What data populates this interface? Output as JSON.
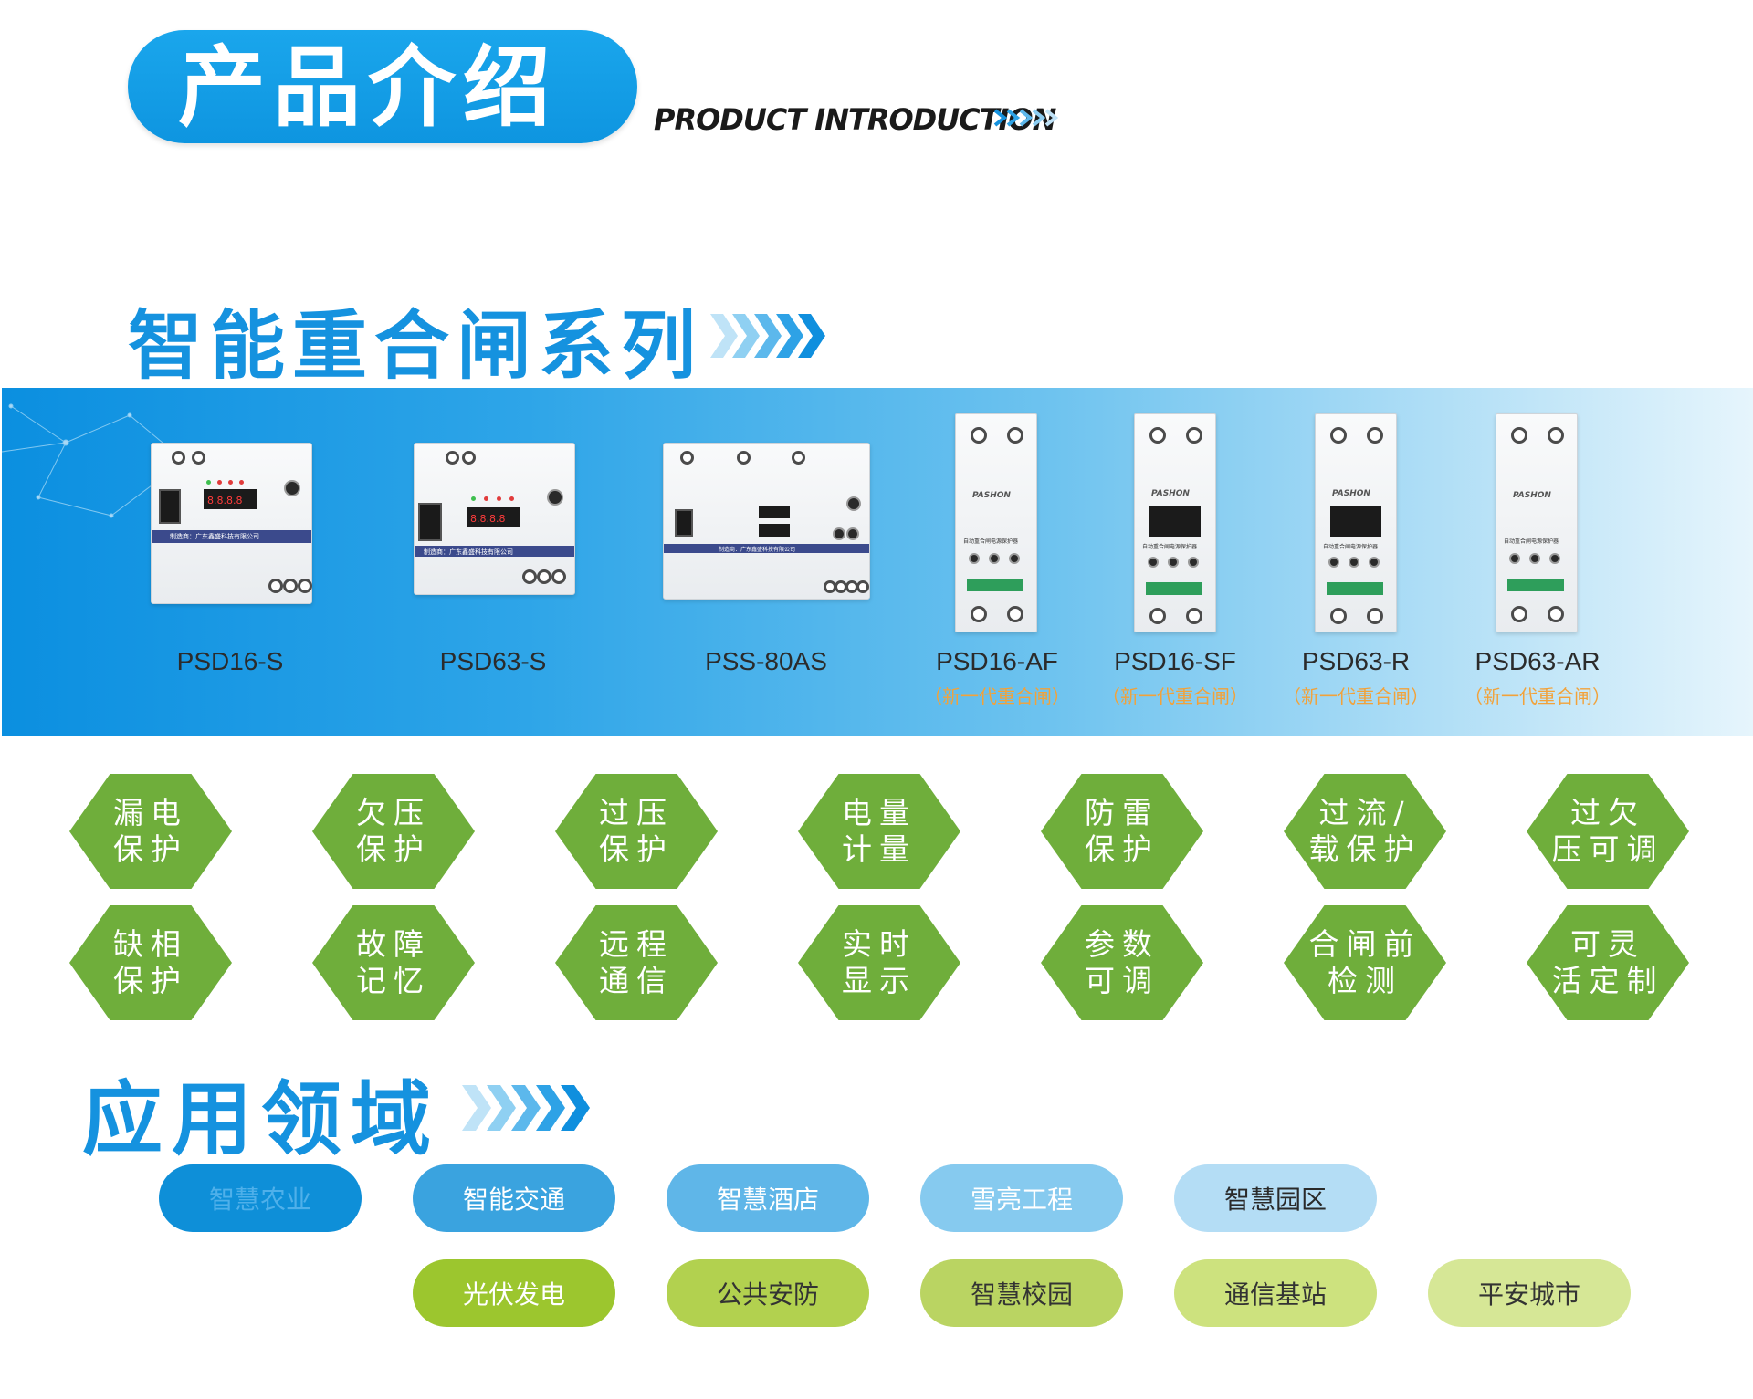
{
  "header": {
    "title": "产品介绍",
    "subtitle": "PRODUCT INTRODUCTION"
  },
  "series_section": {
    "title": "智能重合闸系列"
  },
  "products": [
    {
      "name": "PSD16-S",
      "note": ""
    },
    {
      "name": "PSD63-S",
      "note": ""
    },
    {
      "name": "PSS-80AS",
      "note": ""
    },
    {
      "name": "PSD16-AF",
      "note": "（新一代重合闸）"
    },
    {
      "name": "PSD16-SF",
      "note": "（新一代重合闸）"
    },
    {
      "name": "PSD63-R",
      "note": "（新一代重合闸）"
    },
    {
      "name": "PSD63-AR",
      "note": "（新一代重合闸）"
    }
  ],
  "device_text": {
    "brand": "PASHON",
    "panel_note": "自动重合闸电源保护器",
    "maker": "制造商：广东鑫盛科技有限公司",
    "display": "8.8.8.8"
  },
  "features": [
    {
      "line1": "漏电",
      "line2": "保护"
    },
    {
      "line1": "欠压",
      "line2": "保护"
    },
    {
      "line1": "过压",
      "line2": "保护"
    },
    {
      "line1": "电量",
      "line2": "计量"
    },
    {
      "line1": "防雷",
      "line2": "保护"
    },
    {
      "line1": "过流/",
      "line2": "载保护"
    },
    {
      "line1": "过欠",
      "line2": "压可调"
    },
    {
      "line1": "缺相",
      "line2": "保护"
    },
    {
      "line1": "故障",
      "line2": "记忆"
    },
    {
      "line1": "远程",
      "line2": "通信"
    },
    {
      "line1": "实时",
      "line2": "显示"
    },
    {
      "line1": "参数",
      "line2": "可调"
    },
    {
      "line1": "合闸前",
      "line2": "检测"
    },
    {
      "line1": "可灵",
      "line2": "活定制"
    }
  ],
  "application_section": {
    "title": "应用领域"
  },
  "applications_row1": [
    {
      "label": "智慧农业"
    },
    {
      "label": "智能交通"
    },
    {
      "label": "智慧酒店"
    },
    {
      "label": "雪亮工程"
    },
    {
      "label": "智慧园区"
    }
  ],
  "applications_row2": [
    {
      "label": "光伏发电"
    },
    {
      "label": "公共安防"
    },
    {
      "label": "智慧校园"
    },
    {
      "label": "通信基站"
    },
    {
      "label": "平安城市"
    }
  ],
  "colors": {
    "brand_blue": "#1592df",
    "feature_green": "#6fae3b",
    "note_orange": "#f2a23a",
    "blue_pills": [
      "#0e8fd8",
      "#3aa3df",
      "#5fb6e8",
      "#86caef",
      "#b4ddf5"
    ],
    "green_pills": [
      "#9cc62e",
      "#b2d14f",
      "#bad462",
      "#cde27e",
      "#d6e796"
    ],
    "blue_pill_text": [
      "#4fb0ea",
      "#ffffff",
      "#ffffff",
      "#ffffff",
      "#2a2a2a"
    ],
    "green_pill_text": [
      "#ffffff",
      "#333333",
      "#333333",
      "#333333",
      "#333333"
    ]
  },
  "icons": [
    "chevron-arrows-icon"
  ]
}
